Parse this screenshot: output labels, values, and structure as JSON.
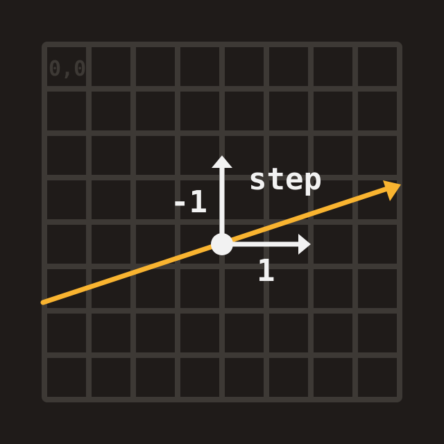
{
  "diagram": {
    "grid": {
      "columns": 8,
      "rows": 8
    },
    "origin_label": "0,0",
    "line": {
      "slope_dx": 3,
      "slope_dy": -1
    },
    "step": {
      "label": "step",
      "dx_label": "1",
      "dy_label": "-1"
    }
  },
  "colors": {
    "background": "#1f1b19",
    "grid_lines": "#3d3935",
    "origin_label": "#3d3935",
    "line": "#f9b430",
    "arrows": "#f2f2f2",
    "text": "#f2f2f2"
  }
}
